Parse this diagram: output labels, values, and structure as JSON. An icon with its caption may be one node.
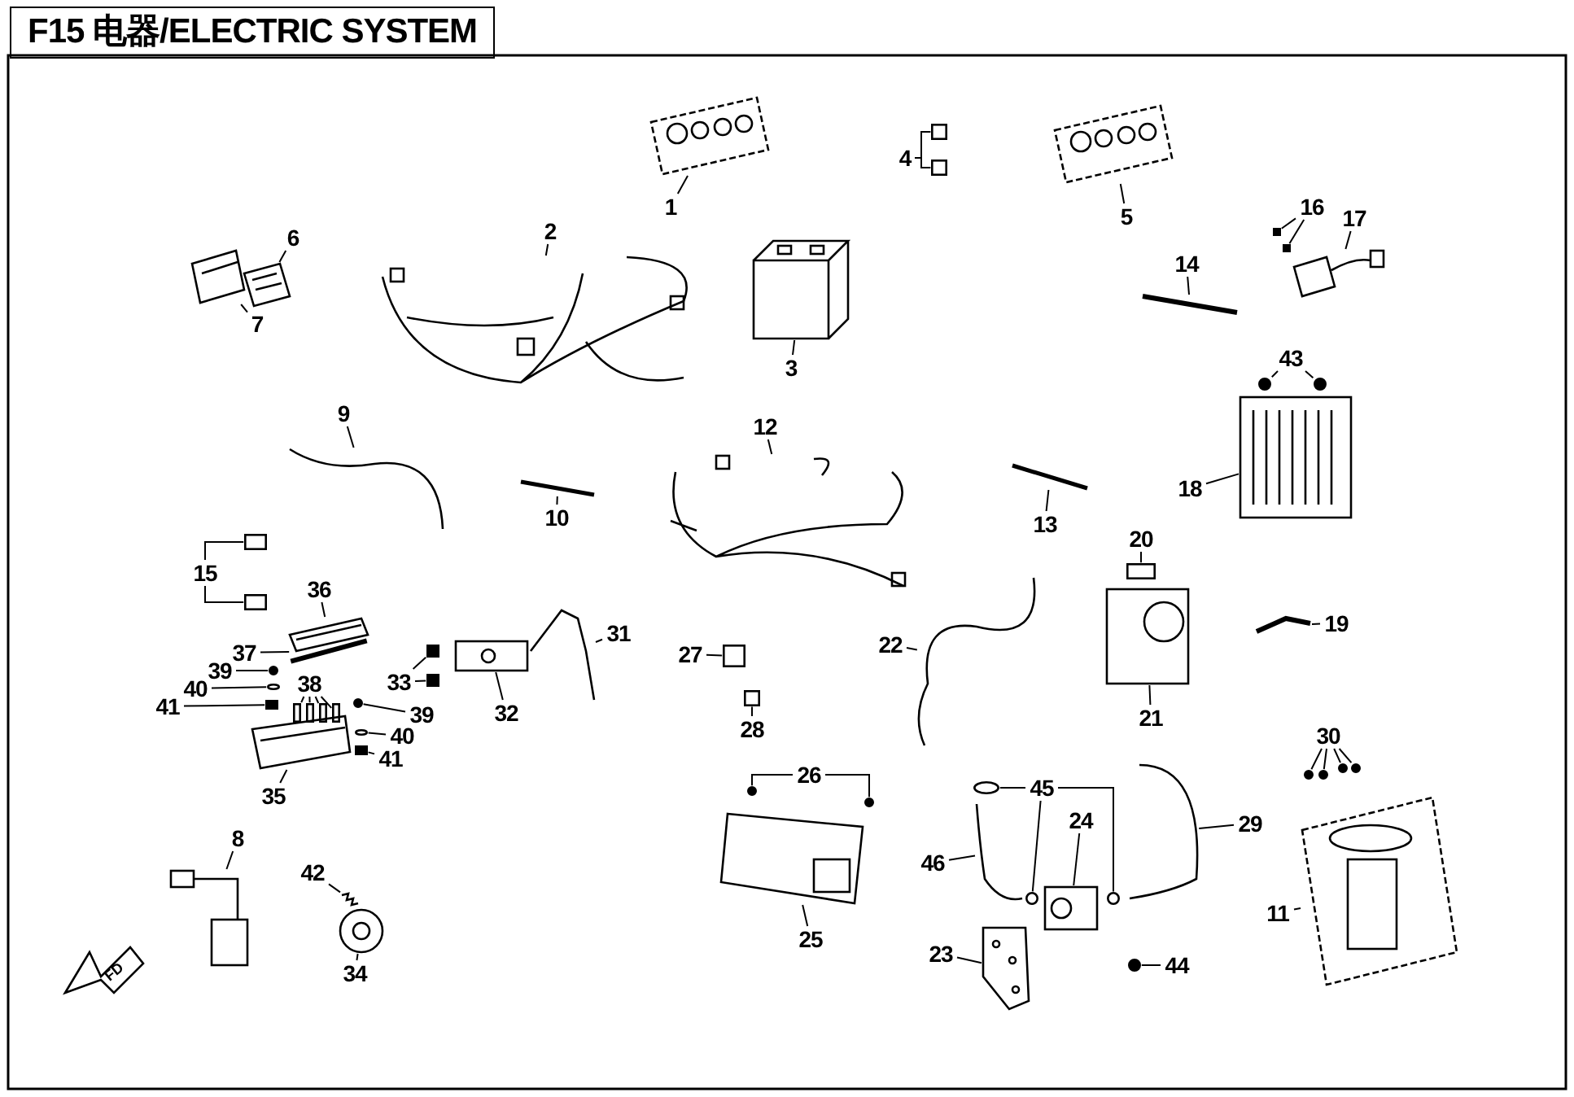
{
  "diagram": {
    "title": "F15 电器/ELECTRIC SYSTEM",
    "nodes": [
      {
        "text": [
          "4"
        ]
      },
      {
        "text": [
          "1"
        ]
      },
      {
        "text": [
          "5"
        ]
      },
      {
        "text": [
          "16"
        ]
      },
      {
        "text": [
          "17"
        ]
      },
      {
        "text": [
          "2"
        ]
      },
      {
        "text": [
          "6"
        ]
      },
      {
        "text": [
          "14"
        ]
      },
      {
        "text": [
          "7"
        ]
      },
      {
        "text": [
          "3"
        ]
      },
      {
        "text": [
          "43"
        ]
      },
      {
        "text": [
          "9"
        ]
      },
      {
        "text": [
          "12"
        ]
      },
      {
        "text": [
          "18"
        ]
      },
      {
        "text": [
          "10"
        ]
      },
      {
        "text": [
          "13"
        ]
      },
      {
        "text": [
          "15"
        ]
      },
      {
        "text": [
          "20"
        ]
      },
      {
        "text": [
          "36"
        ]
      },
      {
        "text": [
          "31"
        ]
      },
      {
        "text": [
          "19"
        ]
      },
      {
        "text": [
          "27"
        ]
      },
      {
        "text": [
          "22"
        ]
      },
      {
        "text": [
          "37"
        ]
      },
      {
        "text": [
          "39"
        ]
      },
      {
        "text": [
          "33"
        ]
      },
      {
        "text": [
          "40"
        ]
      },
      {
        "text": [
          "38"
        ]
      },
      {
        "text": [
          "41"
        ]
      },
      {
        "text": [
          "32"
        ]
      },
      {
        "text": [
          "39"
        ]
      },
      {
        "text": [
          "28"
        ]
      },
      {
        "text": [
          "21"
        ]
      },
      {
        "text": [
          "40"
        ]
      },
      {
        "text": [
          "30"
        ]
      },
      {
        "text": [
          "41"
        ]
      },
      {
        "text": [
          "45"
        ]
      },
      {
        "text": [
          "26"
        ]
      },
      {
        "text": [
          "35"
        ]
      },
      {
        "text": [
          "24"
        ]
      },
      {
        "text": [
          "29"
        ]
      },
      {
        "text": [
          "46"
        ]
      },
      {
        "text": [
          "8"
        ]
      },
      {
        "text": [
          "42"
        ]
      },
      {
        "text": [
          "11"
        ]
      },
      {
        "text": [
          "25"
        ]
      },
      {
        "text": [
          "23"
        ]
      },
      {
        "text": [
          "44"
        ]
      },
      {
        "text": [
          "34"
        ]
      },
      {
        "text": [],
        "shape": "picture"
      },
      {
        "text": [],
        "shape": "box"
      },
      {
        "text": [],
        "shape": "box"
      },
      {
        "text": [],
        "shape": "picture"
      },
      {
        "text": [],
        "shape": "box"
      },
      {
        "text": [],
        "shape": "box"
      },
      {
        "text": [],
        "shape": "picture"
      },
      {
        "text": [],
        "shape": "picture"
      },
      {
        "text": [],
        "shape": "picture"
      },
      {
        "text": [],
        "shape": "picture"
      },
      {
        "text": [],
        "shape": "picture"
      },
      {
        "text": [],
        "shape": "picture"
      },
      {
        "text": [],
        "shape": "circle"
      },
      {
        "text": [],
        "shape": "circle"
      },
      {
        "text": [],
        "shape": "picture"
      },
      {
        "text": [],
        "shape": "picture"
      },
      {
        "text": [],
        "shape": "picture"
      },
      {
        "text": [],
        "shape": "picture"
      },
      {
        "text": [],
        "shape": "picture"
      },
      {
        "text": [],
        "shape": "box"
      },
      {
        "text": [],
        "shape": "box"
      },
      {
        "text": [],
        "shape": "box"
      },
      {
        "text": [],
        "shape": "picture"
      },
      {
        "text": [],
        "shape": "picture"
      },
      {
        "text": [],
        "shape": "picture"
      },
      {
        "text": [],
        "shape": "picture"
      },
      {
        "text": [],
        "shape": "box"
      },
      {
        "text": [],
        "shape": "box"
      },
      {
        "text": [],
        "shape": "picture"
      },
      {
        "text": [],
        "shape": "box"
      },
      {
        "text": [],
        "shape": "box"
      },
      {
        "text": [],
        "shape": "picture"
      },
      {
        "text": [],
        "shape": "bar"
      },
      {
        "text": [],
        "shape": "circle"
      },
      {
        "text": [],
        "shape": "circle"
      },
      {
        "text": [],
        "shape": "box"
      },
      {
        "text": [],
        "shape": "box"
      },
      {
        "text": [],
        "shape": "box"
      },
      {
        "text": [],
        "shape": "box"
      },
      {
        "text": [],
        "shape": "box"
      },
      {
        "text": [],
        "shape": "circle"
      },
      {
        "text": [],
        "shape": "circle"
      },
      {
        "text": [],
        "shape": "box"
      },
      {
        "text": [],
        "shape": "circle"
      },
      {
        "text": [],
        "shape": "circle"
      },
      {
        "text": [],
        "shape": "circle"
      },
      {
        "text": [],
        "shape": "circle"
      },
      {
        "text": [],
        "shape": "picture"
      },
      {
        "text": [],
        "shape": "circle"
      },
      {
        "text": [],
        "shape": "circle"
      },
      {
        "text": [],
        "shape": "circle"
      },
      {
        "text": [],
        "shape": "circle"
      },
      {
        "text": [],
        "shape": "circle"
      },
      {
        "text": [],
        "shape": "picture"
      },
      {
        "text": [],
        "shape": "picture"
      },
      {
        "text": [],
        "shape": "picture"
      },
      {
        "text": [],
        "shape": "picture"
      },
      {
        "text": [],
        "shape": "picture"
      },
      {
        "text": [],
        "shape": "picture"
      },
      {
        "text": [],
        "shape": "picture"
      },
      {
        "text": [],
        "shape": "picture"
      },
      {
        "text": [],
        "shape": "circle"
      },
      {
        "text": [],
        "shape": "picture"
      }
    ],
    "edges": [
      {
        "from": 0,
        "to": 50,
        "arrow": "none"
      },
      {
        "from": 0,
        "to": 51,
        "arrow": "none"
      },
      {
        "from": 1,
        "to": 49,
        "arrow": "none"
      },
      {
        "from": 2,
        "to": 52,
        "arrow": "none"
      },
      {
        "from": 3,
        "to": 53,
        "arrow": "none"
      },
      {
        "from": 3,
        "to": 54,
        "arrow": "none"
      },
      {
        "from": 4,
        "to": 55,
        "arrow": "none"
      },
      {
        "from": 5,
        "to": 56,
        "arrow": "none"
      },
      {
        "from": 6,
        "to": 57,
        "arrow": "none"
      },
      {
        "from": 7,
        "to": 59,
        "arrow": "none"
      },
      {
        "from": 8,
        "to": 58,
        "arrow": "none"
      },
      {
        "from": 9,
        "to": 60,
        "arrow": "none"
      },
      {
        "from": 10,
        "to": 61,
        "arrow": "none"
      },
      {
        "from": 10,
        "to": 62,
        "arrow": "none"
      },
      {
        "from": 11,
        "to": 64,
        "arrow": "none"
      },
      {
        "from": 12,
        "to": 65,
        "arrow": "none"
      },
      {
        "from": 13,
        "to": 63,
        "arrow": "none"
      },
      {
        "from": 14,
        "to": 66,
        "arrow": "none"
      },
      {
        "from": 15,
        "to": 67,
        "arrow": "none"
      },
      {
        "from": 16,
        "to": 68,
        "arrow": "none"
      },
      {
        "from": 16,
        "to": 69,
        "arrow": "none"
      },
      {
        "from": 17,
        "to": 70,
        "arrow": "none"
      },
      {
        "from": 18,
        "to": 72,
        "arrow": "none"
      },
      {
        "from": 19,
        "to": 73,
        "arrow": "none"
      },
      {
        "from": 20,
        "to": 77,
        "arrow": "none"
      },
      {
        "from": 21,
        "to": 78,
        "arrow": "none"
      },
      {
        "from": 22,
        "to": 80,
        "arrow": "none"
      },
      {
        "from": 23,
        "to": 81,
        "arrow": "none"
      },
      {
        "from": 24,
        "to": 82,
        "arrow": "none"
      },
      {
        "from": 25,
        "to": 75,
        "arrow": "none"
      },
      {
        "from": 25,
        "to": 76,
        "arrow": "none"
      },
      {
        "from": 26,
        "to": 83,
        "arrow": "none"
      },
      {
        "from": 27,
        "to": 85,
        "arrow": "none"
      },
      {
        "from": 27,
        "to": 86,
        "arrow": "none"
      },
      {
        "from": 27,
        "to": 87,
        "arrow": "none"
      },
      {
        "from": 27,
        "to": 88,
        "arrow": "none"
      },
      {
        "from": 28,
        "to": 84,
        "arrow": "none"
      },
      {
        "from": 29,
        "to": 74,
        "arrow": "none"
      },
      {
        "from": 30,
        "to": 89,
        "arrow": "none"
      },
      {
        "from": 31,
        "to": 79,
        "arrow": "none"
      },
      {
        "from": 32,
        "to": 71,
        "arrow": "none"
      },
      {
        "from": 33,
        "to": 90,
        "arrow": "none"
      },
      {
        "from": 34,
        "to": 92,
        "arrow": "none"
      },
      {
        "from": 34,
        "to": 93,
        "arrow": "none"
      },
      {
        "from": 34,
        "to": 94,
        "arrow": "none"
      },
      {
        "from": 34,
        "to": 95,
        "arrow": "none"
      },
      {
        "from": 35,
        "to": 91,
        "arrow": "none"
      },
      {
        "from": 36,
        "to": 97,
        "arrow": "none"
      },
      {
        "from": 36,
        "to": 98,
        "arrow": "none"
      },
      {
        "from": 36,
        "to": 99,
        "arrow": "none"
      },
      {
        "from": 37,
        "to": 100,
        "arrow": "none"
      },
      {
        "from": 37,
        "to": 101,
        "arrow": "none"
      },
      {
        "from": 38,
        "to": 96,
        "arrow": "none"
      },
      {
        "from": 39,
        "to": 103,
        "arrow": "none"
      },
      {
        "from": 40,
        "to": 104,
        "arrow": "none"
      },
      {
        "from": 41,
        "to": 105,
        "arrow": "none"
      },
      {
        "from": 42,
        "to": 106,
        "arrow": "none"
      },
      {
        "from": 43,
        "to": 107,
        "arrow": "none"
      },
      {
        "from": 44,
        "to": 108,
        "arrow": "none"
      },
      {
        "from": 45,
        "to": 102,
        "arrow": "none"
      },
      {
        "from": 46,
        "to": 109,
        "arrow": "none"
      },
      {
        "from": 47,
        "to": 110,
        "arrow": "none"
      },
      {
        "from": 48,
        "to": 111,
        "arrow": "none"
      }
    ],
    "labels": [
      "FD"
    ]
  }
}
